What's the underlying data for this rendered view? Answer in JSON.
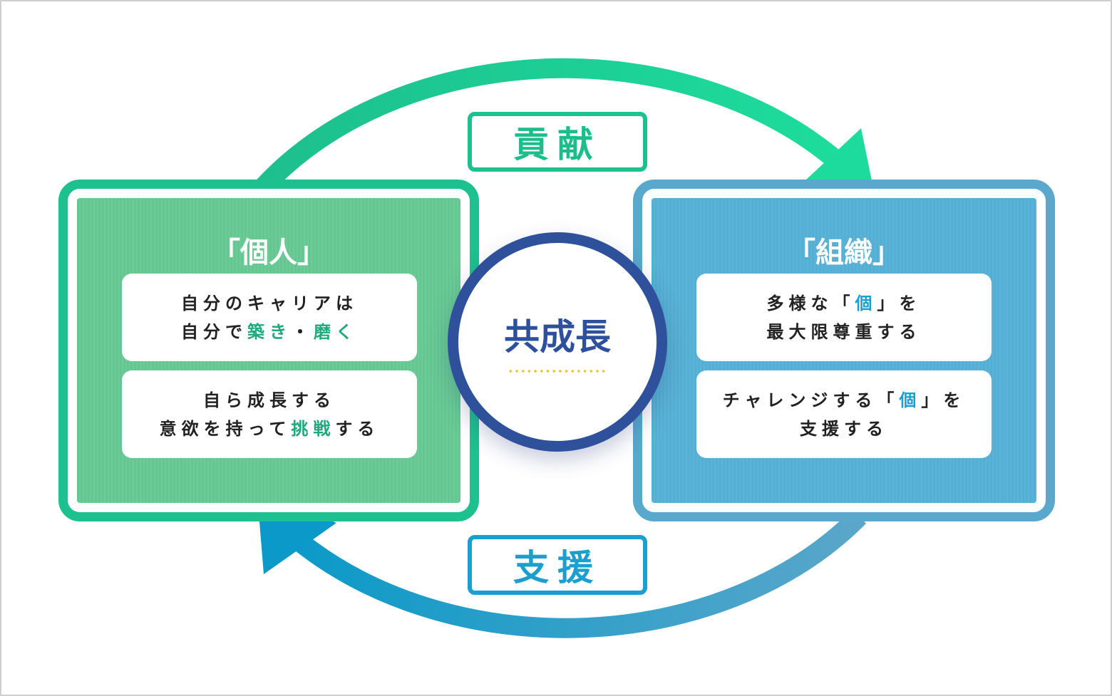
{
  "top_label": "貢献",
  "bottom_label": "支援",
  "center": {
    "title": "共成長"
  },
  "individual": {
    "title": "「個人」",
    "cards": [
      {
        "line1": "自分のキャリアは",
        "line2_a": "自分で",
        "line2_hl1": "築き",
        "line2_b": "・",
        "line2_hl2": "磨く"
      },
      {
        "line1": "自ら成長する",
        "line2_a": "意欲を持って",
        "line2_hl": "挑戦",
        "line2_b": "する"
      }
    ]
  },
  "organization": {
    "title": "「組織」",
    "cards": [
      {
        "line1_a": "多様な「",
        "line1_hl": "個",
        "line1_b": "」を",
        "line2": "最大限尊重する"
      },
      {
        "line1_a": "チャレンジする「",
        "line1_hl": "個",
        "line1_b": "」を",
        "line2": "支援する"
      }
    ]
  },
  "colors": {
    "green": "#1dc08f",
    "blue": "#1aa0cf",
    "navy": "#2f519c",
    "gold": "#f3c21a"
  }
}
